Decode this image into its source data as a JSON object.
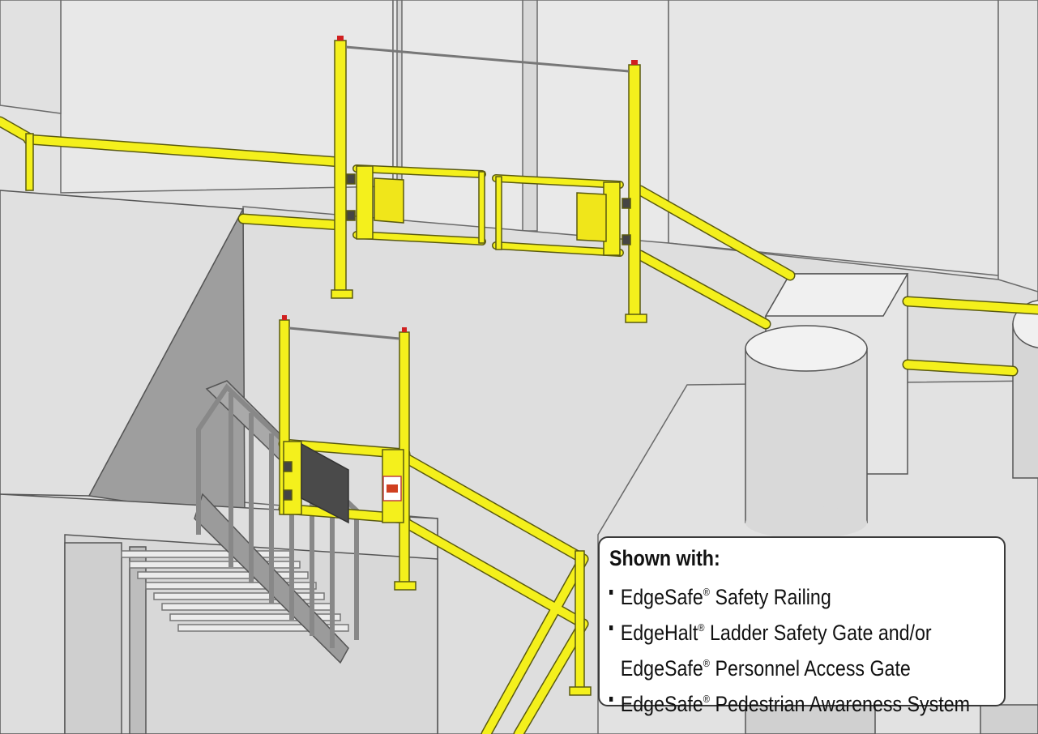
{
  "colors": {
    "railing_yellow": "#f4f01c",
    "railing_edge": "#5a5a10",
    "wall_light": "#e6e6e6",
    "wall_mid": "#cfcfcf",
    "wall_dark": "#9a9a9a",
    "floor": "#dcdcdc",
    "line": "#555555"
  },
  "callout": {
    "title": "Shown with:",
    "items": [
      {
        "name": "EdgeSafe",
        "mark": "®",
        "rest": " Safety Railing"
      },
      {
        "name": "EdgeHalt",
        "mark": "®",
        "rest": " Ladder Safety Gate and/or",
        "cont_name": "EdgeSafe",
        "cont_mark": "®",
        "cont_rest": " Personnel Access Gate"
      },
      {
        "name": "EdgeSafe",
        "mark": "®",
        "rest": " Pedestrian Awareness System"
      }
    ]
  }
}
